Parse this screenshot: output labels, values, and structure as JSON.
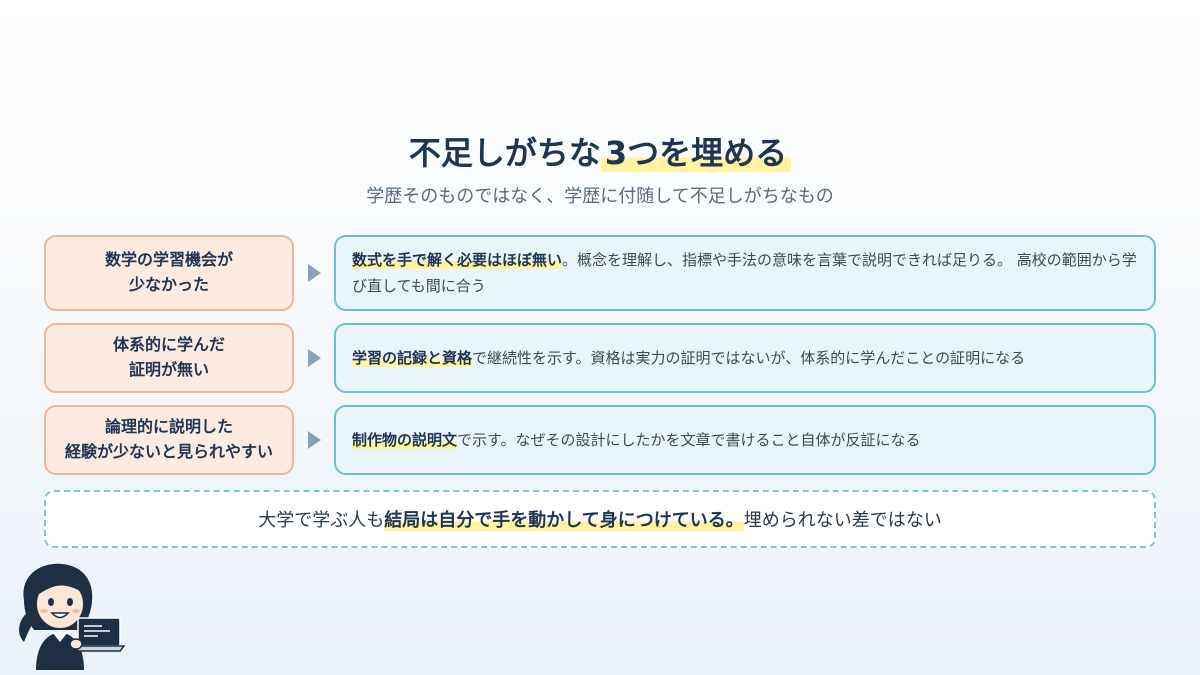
{
  "title": {
    "pre": "不足しがちな",
    "highlight": "3つを埋める"
  },
  "subtitle": "学歴そのものではなく、学歴に付随して不足しがちなもの",
  "rows": [
    {
      "left_line1": "数学の学習機会が",
      "left_line2": "少なかった",
      "right_bold": "数式を手で解く必要はほぼ無い",
      "right_text": "。概念を理解し、指標や手法の意味を言葉で説明できれば足りる。 高校の範囲から学び直しても間に合う"
    },
    {
      "left_line1": "体系的に学んだ",
      "left_line2": "証明が無い",
      "right_bold": "学習の記録と資格",
      "right_text": "で継続性を示す。資格は実力の証明ではないが、体系的に学んだことの証明になる"
    },
    {
      "left_line1": "論理的に説明した",
      "left_line2": "経験が少ないと見られやすい",
      "right_bold": "制作物の説明文",
      "right_text": "で示す。なぜその設計にしたかを文章で書けること自体が反証になる"
    }
  ],
  "conclusion": {
    "pre": "大学で学ぶ人も",
    "bold": "結局は自分で手を動かして身につけている。",
    "post": "埋められない差ではない"
  },
  "colors": {
    "navy": "#1f3552",
    "highlight": "#fff3a0",
    "left_fill": "#fcebe3",
    "left_border": "#e9b99a",
    "right_fill": "#eaf5fa",
    "right_border": "#6cbfd3"
  },
  "icons": {
    "avatar": "woman-with-laptop-illustration",
    "arrow": "triangle-right-icon"
  }
}
